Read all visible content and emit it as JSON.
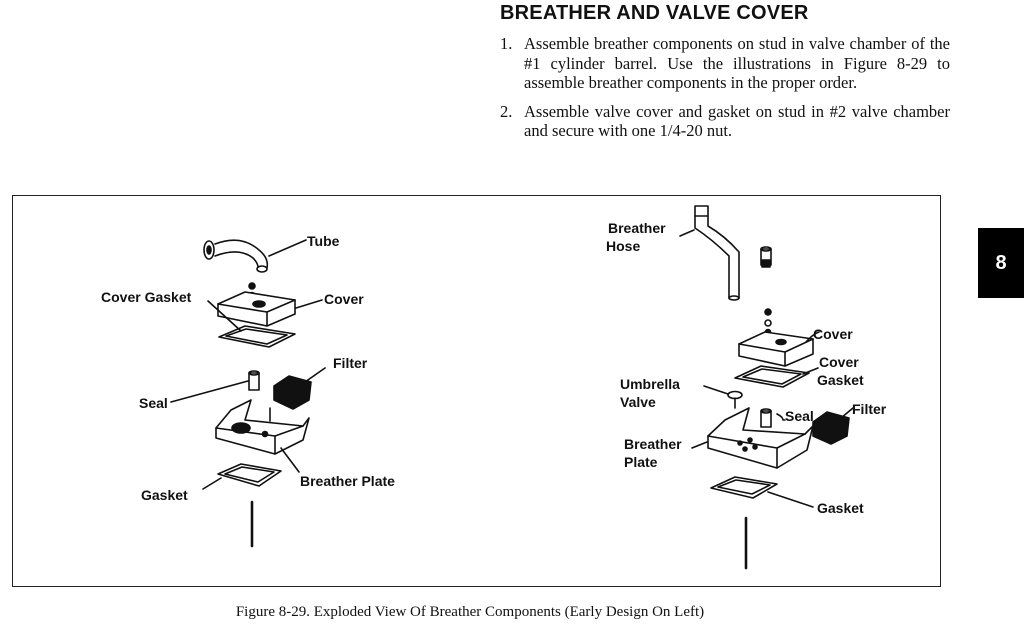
{
  "section": {
    "heading": "BREATHER AND VALVE COVER",
    "steps": [
      {
        "num": "1.",
        "text": "Assemble breather components on stud in valve chamber of the #1 cylinder barrel. Use the illustrations in Figure 8-29 to assemble breather components in the proper order."
      },
      {
        "num": "2.",
        "text": "Assemble valve cover and gasket on stud in #2 valve chamber and secure with one 1/4-20 nut."
      }
    ]
  },
  "chapter_tab": "8",
  "figure": {
    "caption": "Figure 8-29. Exploded View Of Breather Components (Early Design On Left)",
    "early_design_labels": {
      "tube": "Tube",
      "cover_gasket": "Cover Gasket",
      "cover": "Cover",
      "filter": "Filter",
      "seal": "Seal",
      "breather_plate": "Breather Plate",
      "gasket": "Gasket"
    },
    "late_design_labels": {
      "breather_hose_1": "Breather",
      "breather_hose_2": "Hose",
      "cover": "Cover",
      "cover_gasket_1": "Cover",
      "cover_gasket_2": "Gasket",
      "umbrella_valve_1": "Umbrella",
      "umbrella_valve_2": "Valve",
      "seal": "Seal",
      "filter": "Filter",
      "breather_plate_1": "Breather",
      "breather_plate_2": "Plate",
      "gasket": "Gasket"
    }
  }
}
